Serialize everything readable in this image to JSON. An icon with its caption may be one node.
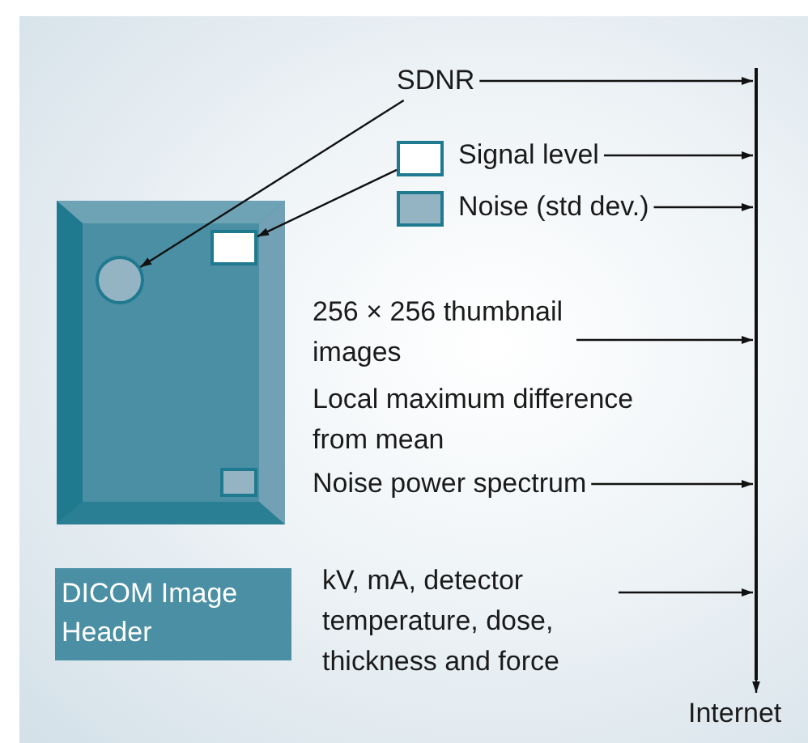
{
  "diagram": {
    "nodes": [
      {
        "text": [
          "SDNR"
        ]
      },
      {
        "text": [],
        "shape": "box"
      },
      {
        "text": [
          "Signal level"
        ]
      },
      {
        "text": [],
        "shape": "box"
      },
      {
        "text": [
          "Noise (std dev.)"
        ]
      },
      {
        "text": [],
        "shape": "box"
      },
      {
        "text": [],
        "shape": "circle",
        "in": 5
      },
      {
        "text": [],
        "shape": "box",
        "in": 5
      },
      {
        "text": [],
        "shape": "box",
        "in": 5
      },
      {
        "text": [
          "256 × 256 thumbnail images"
        ]
      },
      {
        "text": [
          "Local maximum difference from mean"
        ]
      },
      {
        "text": [
          "Noise power spectrum"
        ]
      },
      {
        "text": [
          "DICOM Image Header"
        ]
      },
      {
        "text": [
          "kV, mA, detector temperature, dose, thickness and force"
        ]
      },
      {
        "text": [],
        "shape": "bar"
      },
      {
        "text": [
          "Internet"
        ]
      }
    ],
    "edges": [
      {
        "from": 0,
        "to": 6,
        "arrow": "to"
      },
      {
        "from": 1,
        "to": 7,
        "arrow": "to"
      },
      {
        "from": 0,
        "to": 14,
        "arrow": "to"
      },
      {
        "from": 2,
        "to": 14,
        "arrow": "to"
      },
      {
        "from": 4,
        "to": 14,
        "arrow": "to"
      },
      {
        "from": 9,
        "to": 14,
        "arrow": "to"
      },
      {
        "from": 11,
        "to": 14,
        "arrow": "to"
      },
      {
        "from": 13,
        "to": 14,
        "arrow": "to"
      },
      {
        "from": 14,
        "to": 15,
        "arrow": "to"
      }
    ]
  }
}
